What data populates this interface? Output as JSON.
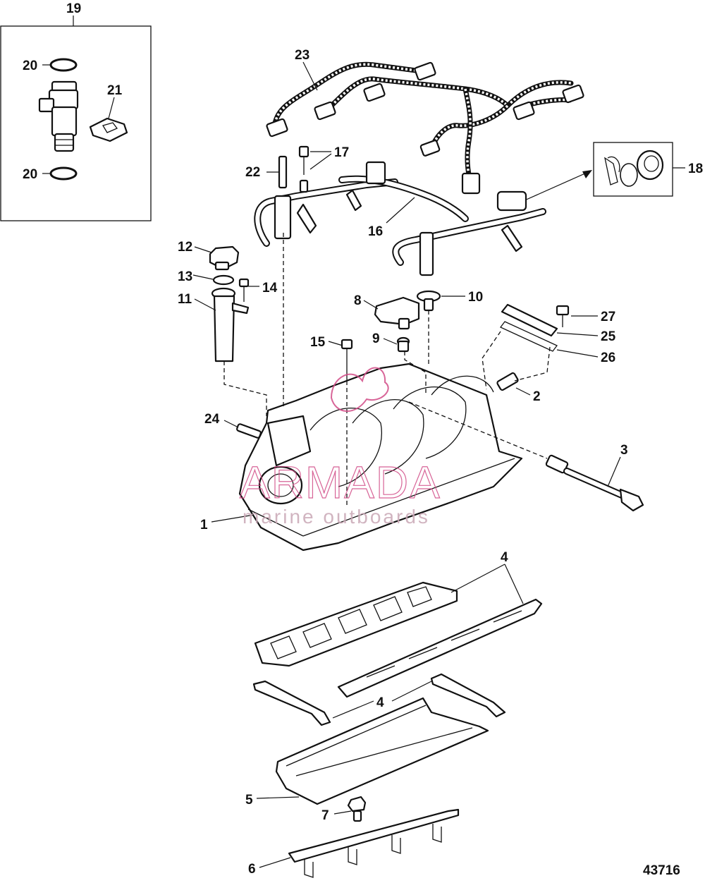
{
  "figure_number": "43716",
  "watermark": {
    "brand": "ARMADA",
    "tagline": "marine outboards",
    "color": "#d14a86"
  },
  "callouts": [
    "1",
    "2",
    "3",
    "4",
    "4",
    "5",
    "6",
    "7",
    "8",
    "9",
    "10",
    "11",
    "12",
    "13",
    "14",
    "15",
    "16",
    "17",
    "18",
    "19",
    "20",
    "20",
    "21",
    "22",
    "23",
    "24",
    "25",
    "26",
    "27"
  ],
  "parts_shown": [
    "intake-manifold",
    "temperature-sensor",
    "sensor-lead",
    "manifold-gasket",
    "heat-shield",
    "bracket",
    "bolt",
    "map-sensor",
    "grommet",
    "stud-bolt",
    "filler-tube",
    "cap",
    "o-ring",
    "screw",
    "stud",
    "fuel-rail",
    "schrader-valve",
    "pressure-regulator",
    "fuel-injector",
    "injector-o-ring",
    "injector-clip",
    "fitting",
    "injector-harness",
    "pin",
    "plate",
    "plate-gasket",
    "plate-bolt"
  ]
}
